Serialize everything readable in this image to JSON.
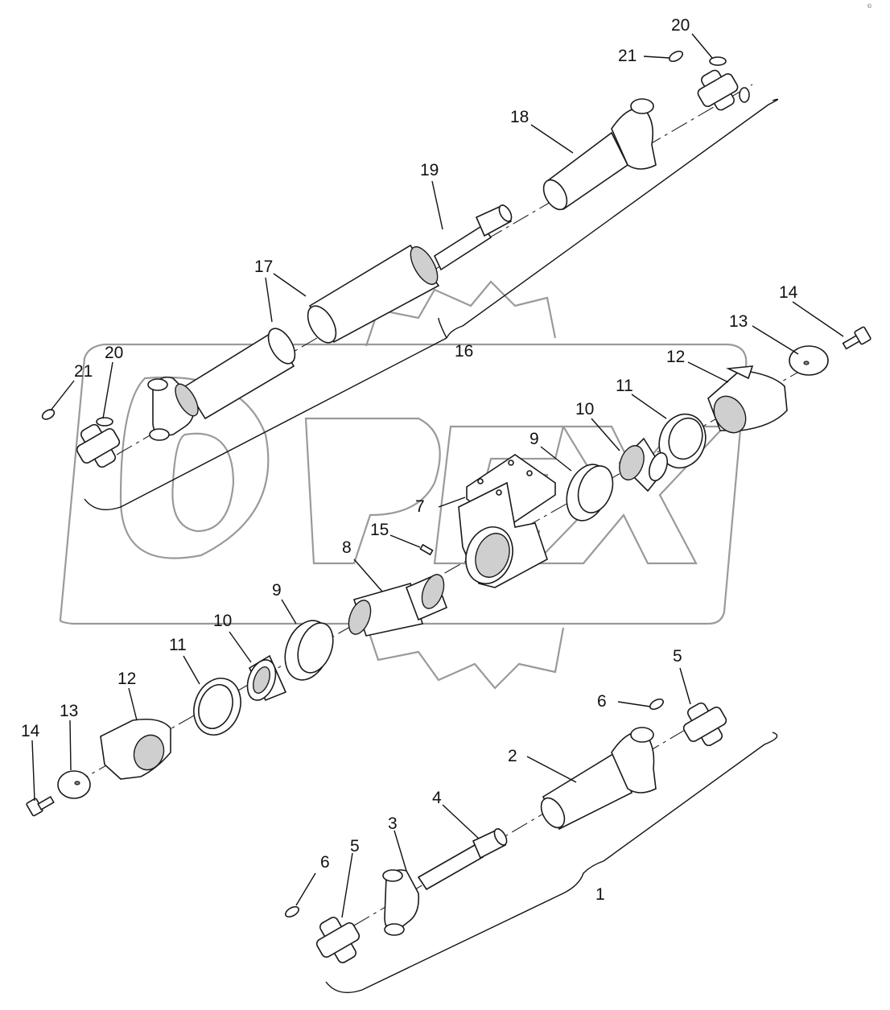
{
  "watermark": {
    "text": "OPEX",
    "color": "#9a9a9a"
  },
  "corner_mark": "©",
  "callouts": [
    {
      "id": "c20-top",
      "text": "20"
    },
    {
      "id": "c21-top",
      "text": "21"
    },
    {
      "id": "c18",
      "text": "18"
    },
    {
      "id": "c19",
      "text": "19"
    },
    {
      "id": "c17",
      "text": "17"
    },
    {
      "id": "c16",
      "text": "16"
    },
    {
      "id": "c14-right",
      "text": "14"
    },
    {
      "id": "c13-right",
      "text": "13"
    },
    {
      "id": "c12-right",
      "text": "12"
    },
    {
      "id": "c11-right",
      "text": "11"
    },
    {
      "id": "c10-right",
      "text": "10"
    },
    {
      "id": "c9-right",
      "text": "9"
    },
    {
      "id": "c7",
      "text": "7"
    },
    {
      "id": "c15",
      "text": "15"
    },
    {
      "id": "c8",
      "text": "8"
    },
    {
      "id": "c9-left",
      "text": "9"
    },
    {
      "id": "c10-left",
      "text": "10"
    },
    {
      "id": "c11-left",
      "text": "11"
    },
    {
      "id": "c12-left",
      "text": "12"
    },
    {
      "id": "c13-left",
      "text": "13"
    },
    {
      "id": "c14-left",
      "text": "14"
    },
    {
      "id": "c21-left",
      "text": "21"
    },
    {
      "id": "c20-left",
      "text": "20"
    },
    {
      "id": "c5-right",
      "text": "5"
    },
    {
      "id": "c6-right",
      "text": "6"
    },
    {
      "id": "c2",
      "text": "2"
    },
    {
      "id": "c4",
      "text": "4"
    },
    {
      "id": "c3",
      "text": "3"
    },
    {
      "id": "c5-left",
      "text": "5"
    },
    {
      "id": "c6-left",
      "text": "6"
    },
    {
      "id": "c1",
      "text": "1"
    }
  ]
}
